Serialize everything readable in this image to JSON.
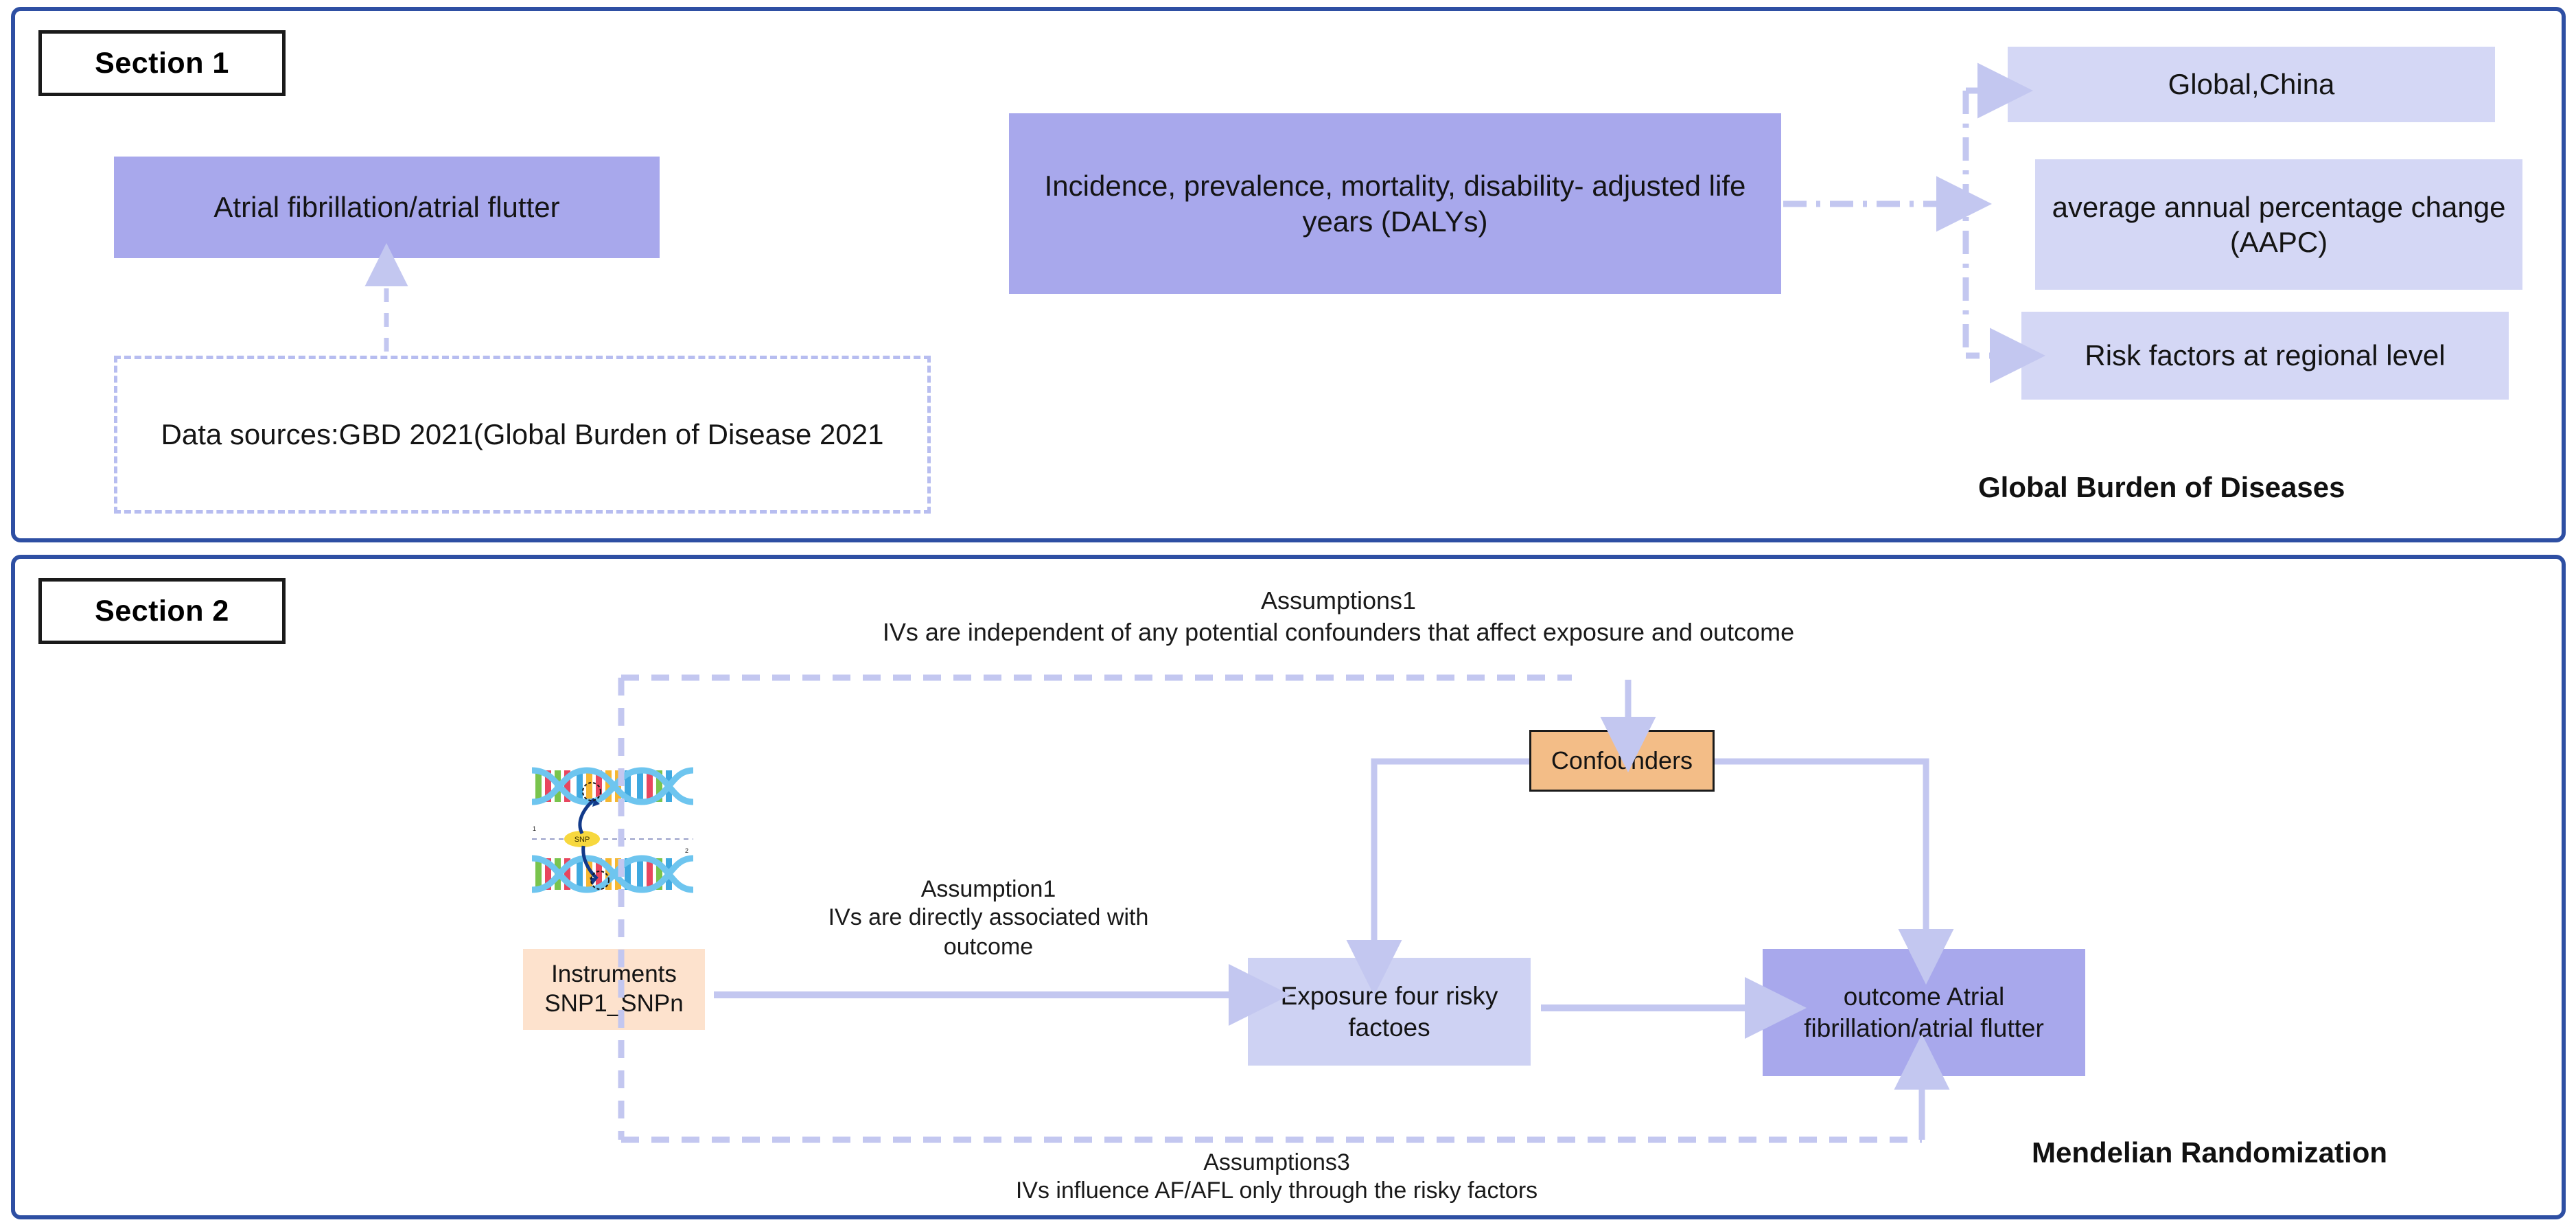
{
  "sections": {
    "one": {
      "tag": "Section 1",
      "corner_label": "Global Burden of Diseases",
      "disease_box": "Atrial fibrillation/atrial flutter",
      "data_sources_box": "Data sources:GBD 2021(Global Burden of\nDisease 2021",
      "metrics_box": "Incidence, prevalence, mortality,  disability-\nadjusted life years (DALYs)",
      "outputs": [
        "Global,China",
        "average annual\npercentage change (AAPC)",
        "Risk factors at regional\nlevel"
      ]
    },
    "two": {
      "tag": "Section 2",
      "corner_label": "Mendelian Randomization",
      "assumption_top_title": "Assumptions1",
      "assumption_top_body": "IVs are independent of any potential confounders that affect exposure and outcome",
      "assumption_mid_title": "Assumption1",
      "assumption_mid_body": "IVs are directly associated with\noutcome",
      "assumption_bottom_title": "Assumptions3",
      "assumption_bottom_body": "IVs influence AF/AFL only through the risky factors",
      "confounders_box": "Confounders",
      "instruments_box": "Instruments\nSNP1_SNPn",
      "exposure_box": "Exposure\nfour risky factoes",
      "outcome_box": "outcome\nAtrial fibrillation/atrial\nflutter",
      "dna_icon": "dna-double-helix-snp-icon",
      "dna_snp_label": "SNP"
    }
  },
  "colors": {
    "section_border": "#2e4fa3",
    "box_dark_lavender": "#a8a8ec",
    "box_light_lavender": "#d4d7f5",
    "box_peach": "#fde2cd",
    "box_orange": "#f3bd87",
    "connector": "#c3c7f0"
  }
}
